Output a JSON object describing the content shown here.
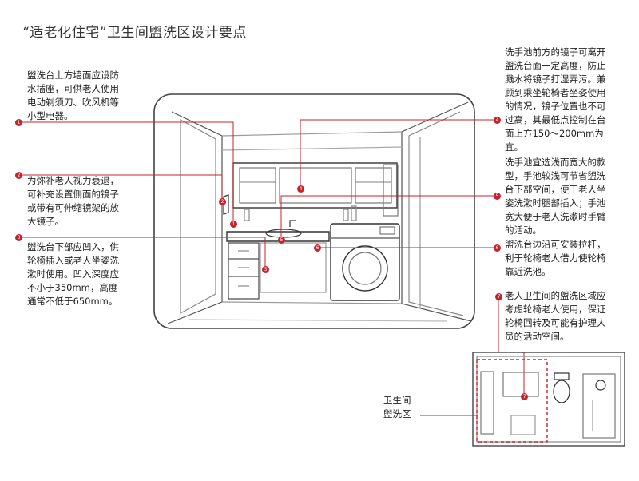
{
  "title": "“适老化住宅”卫生间盥洗区设计要点",
  "notes": [
    {
      "id": "1",
      "lines": [
        "盥洗台上方墙面应设防",
        "水插座，可供老人使用",
        "电动剃须刀、吹风机等",
        "小型电器。"
      ]
    },
    {
      "id": "2",
      "lines": [
        "为弥补老人视力衰退，",
        "可补充设置侧面的镜子",
        "或带有可伸缩镜架的放",
        "大镜子。"
      ]
    },
    {
      "id": "3",
      "lines": [
        "盥洗台下部应凹入，供",
        "轮椅插入或老人坐姿洗",
        "漱时使用。凹入深度应",
        "不小于350mm，高度",
        "通常不低于650mm。"
      ]
    },
    {
      "id": "4",
      "lines": [
        "洗手池前方的镜子可离开",
        "盥洗台面一定高度，防止",
        "溅水将镜子打湿弄污。兼",
        "顾到乘坐轮椅者坐姿使用",
        "的情况，镜子位置也不可",
        "过高，其最低点控制在台",
        "面上方150～200mm为",
        "宜。"
      ]
    },
    {
      "id": "5",
      "lines": [
        "洗手池宜选浅而宽大的款",
        "型，手池较浅可节省盥洗",
        "台下部空间，便于老人坐",
        "姿洗漱时腿部插入；手池",
        "宽大便于老人洗漱时手臂",
        "的活动。"
      ]
    },
    {
      "id": "6",
      "lines": [
        "盥洗台边沿可安装拉杆，",
        "利于轮椅老人借力使轮椅",
        "靠近洗池。"
      ]
    },
    {
      "id": "7",
      "lines": [
        "老人卫生间的盥洗区域应",
        "考虑轮椅老人使用，保证",
        "轮椅回转及可能有护理人",
        "员的活动空间。"
      ]
    }
  ],
  "plan_label": [
    "卫生间",
    "盥洗区"
  ],
  "colors": {
    "accent": "#c8232c",
    "line": "#555555",
    "text": "#222222"
  }
}
